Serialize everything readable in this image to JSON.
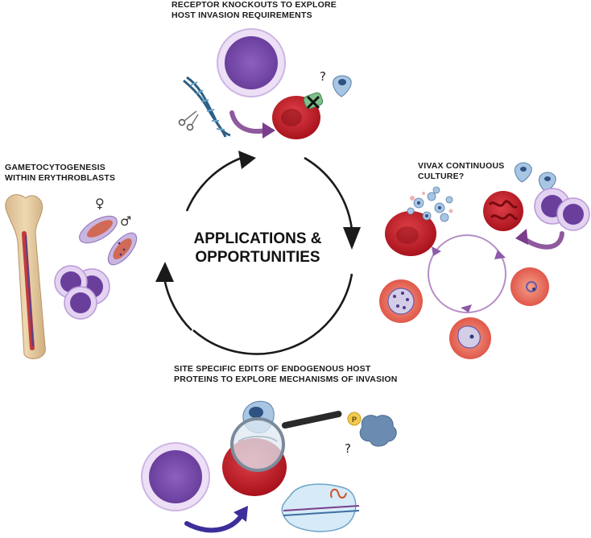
{
  "labels": {
    "top_line1": "RECEPTOR KNOCKOUTS TO EXPLORE",
    "top_line2": "HOST INVASION REQUIREMENTS",
    "left_line1": "GAMETOCYTOGENESIS",
    "left_line2": "WITHIN ERYTHROBLASTS",
    "right_line1": "VIVAX CONTINUOUS",
    "right_line2": "CULTURE?",
    "bottom_line1": "SITE SPECIFIC EDITS OF ENDOGENOUS HOST",
    "bottom_line2": "PROTEINS TO EXPLORE MECHANISMS OF INVASION"
  },
  "center": {
    "line1": "APPLICATIONS &",
    "line2": "OPPORTUNITIES"
  },
  "glyphs": {
    "question_top": "?",
    "question_bottom": "?",
    "female_symbol": "♀",
    "male_symbol": "♂",
    "phospho_label": "P"
  },
  "icons": [
    "dna-scissors-icon",
    "erythroblast-icon",
    "red-blood-cell-icon",
    "merozoite-icon",
    "bone-icon",
    "gametocyte-icon",
    "magnifier-icon",
    "protein-icon",
    "plasmid-icon",
    "cycle-arrows-icon"
  ],
  "colors": {
    "purple_cell": "#8b5cb8",
    "rbc_red": "#c8232c",
    "arrow_dark": "#1a1a1a",
    "arrow_purple": "#7a3d8c",
    "arrow_blue": "#4a3aa0"
  }
}
